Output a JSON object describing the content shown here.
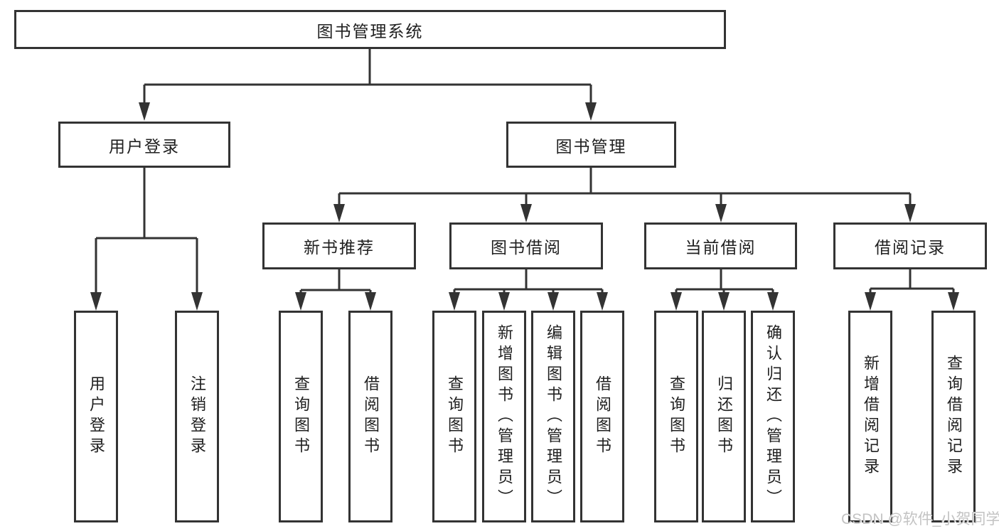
{
  "diagram": {
    "root": "图书管理系统",
    "branches": [
      {
        "label": "用户登录",
        "children": [
          "用户登录",
          "注销登录"
        ]
      },
      {
        "label": "图书管理",
        "sections": [
          {
            "label": "新书推荐",
            "children": [
              "查询图书",
              "借阅图书"
            ]
          },
          {
            "label": "图书借阅",
            "children": [
              "查询图书",
              "新增图书（管理员）",
              "编辑图书（管理员）",
              "借阅图书"
            ]
          },
          {
            "label": "当前借阅",
            "children": [
              "查询图书",
              "归还图书",
              "确认归还（管理员）"
            ]
          },
          {
            "label": "借阅记录",
            "children": [
              "新增借阅记录",
              "查询借阅记录"
            ]
          }
        ]
      }
    ]
  },
  "watermark": "CSDN @软件_小贺同学",
  "colors": {
    "line": "#333333",
    "border": "#333333",
    "text": "#202020",
    "background": "#ffffff",
    "watermark": "#c3c3c3"
  }
}
